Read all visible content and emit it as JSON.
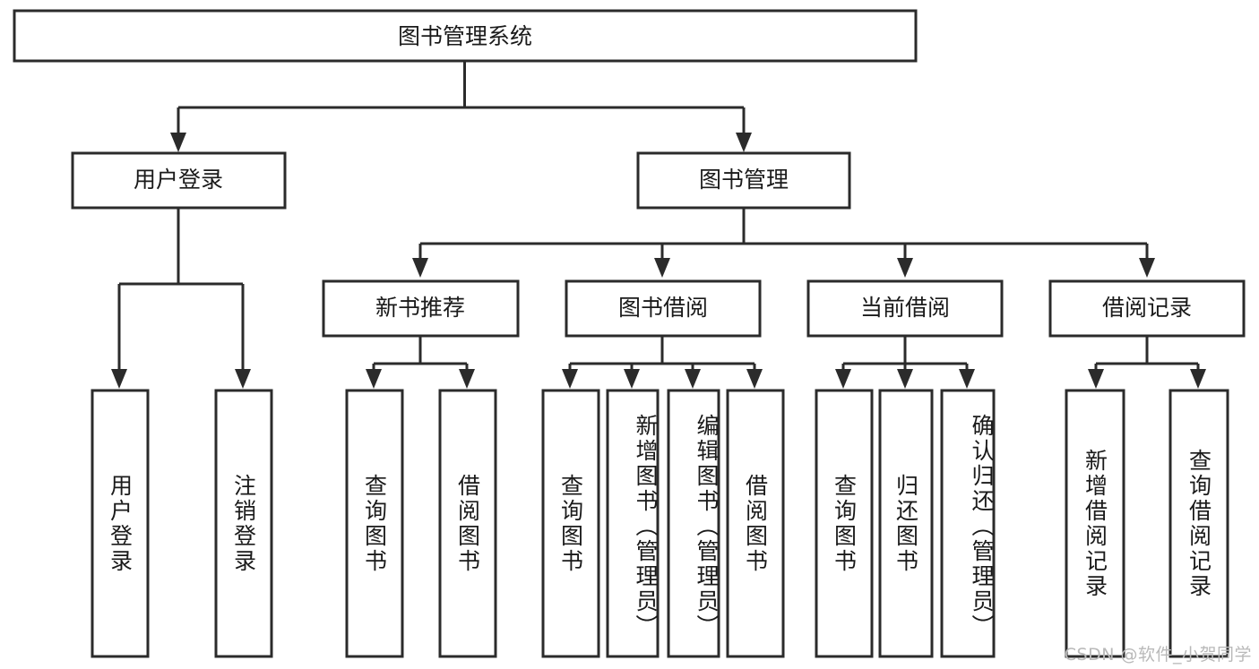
{
  "diagram": {
    "title": "图书管理系统",
    "type": "tree-hierarchy",
    "root": {
      "id": "root",
      "label": "图书管理系统",
      "orientation": "horizontal"
    },
    "level1": [
      {
        "id": "user-login",
        "label": "用户登录",
        "orientation": "horizontal"
      },
      {
        "id": "book-management",
        "label": "图书管理",
        "orientation": "horizontal"
      }
    ],
    "level2": [
      {
        "id": "new-book-recommend",
        "label": "新书推荐",
        "parent": "book-management",
        "orientation": "horizontal"
      },
      {
        "id": "book-borrow",
        "label": "图书借阅",
        "parent": "book-management",
        "orientation": "horizontal"
      },
      {
        "id": "current-borrow",
        "label": "当前借阅",
        "parent": "book-management",
        "orientation": "horizontal"
      },
      {
        "id": "borrow-record",
        "label": "借阅记录",
        "parent": "book-management",
        "orientation": "horizontal"
      }
    ],
    "leaves": [
      {
        "id": "leaf-user-login",
        "label": "用户登录",
        "parent": "user-login",
        "orientation": "vertical"
      },
      {
        "id": "leaf-logout-login",
        "label": "注销登录",
        "parent": "user-login",
        "orientation": "vertical"
      },
      {
        "id": "leaf-query-book-1",
        "label": "查询图书",
        "parent": "new-book-recommend",
        "orientation": "vertical"
      },
      {
        "id": "leaf-borrow-book-1",
        "label": "借阅图书",
        "parent": "new-book-recommend",
        "orientation": "vertical"
      },
      {
        "id": "leaf-query-book-2",
        "label": "查询图书",
        "parent": "book-borrow",
        "orientation": "vertical"
      },
      {
        "id": "leaf-add-book",
        "label": "新增图书（管理员）",
        "parent": "book-borrow",
        "orientation": "vertical"
      },
      {
        "id": "leaf-edit-book",
        "label": "编辑图书（管理员）",
        "parent": "book-borrow",
        "orientation": "vertical"
      },
      {
        "id": "leaf-borrow-book-2",
        "label": "借阅图书",
        "parent": "book-borrow",
        "orientation": "vertical"
      },
      {
        "id": "leaf-query-book-3",
        "label": "查询图书",
        "parent": "current-borrow",
        "orientation": "vertical"
      },
      {
        "id": "leaf-return-book",
        "label": "归还图书",
        "parent": "current-borrow",
        "orientation": "vertical"
      },
      {
        "id": "leaf-confirm-return",
        "label": "确认归还（管理员）",
        "parent": "current-borrow",
        "orientation": "vertical"
      },
      {
        "id": "leaf-add-record",
        "label": "新增借阅记录",
        "parent": "borrow-record",
        "orientation": "vertical"
      },
      {
        "id": "leaf-query-record",
        "label": "查询借阅记录",
        "parent": "borrow-record",
        "orientation": "vertical"
      }
    ],
    "colors": {
      "stroke": "#2b2b2b",
      "fill": "#ffffff",
      "text": "#1a1a1a",
      "watermark": "#b9b9b9",
      "background": "#ffffff"
    }
  },
  "watermark": {
    "text": "CSDN @软件_小贺同学"
  }
}
